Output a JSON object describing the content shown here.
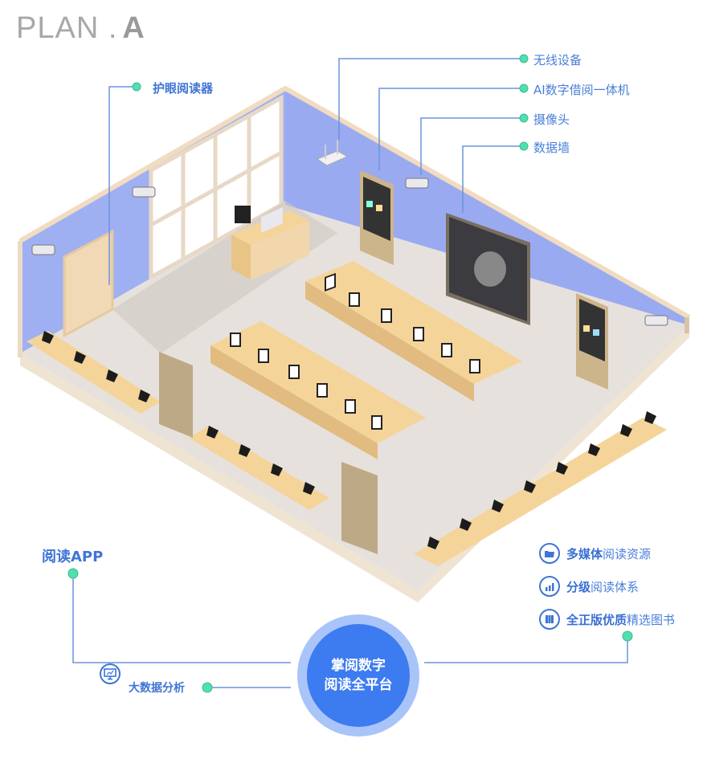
{
  "header": {
    "title_light": "PLAN .",
    "title_bold": "A"
  },
  "callouts": {
    "eye_reader": "护眼阅读器",
    "wireless": "无线设备",
    "ai_kiosk": "AI数字借阅一体机",
    "camera": "摄像头",
    "data_wall": "数据墙"
  },
  "bottom": {
    "reading_app": "阅读APP",
    "big_data": "大数据分析",
    "hub_line1": "掌阅数字",
    "hub_line2": "阅读全平台"
  },
  "features": [
    {
      "icon": "folder-icon",
      "bold": "多媒体",
      "rest": "阅读资源"
    },
    {
      "icon": "bar-chart-icon",
      "bold": "分级",
      "rest": "阅读体系"
    },
    {
      "icon": "books-icon",
      "bold": "全正版优质",
      "rest": "精选图书"
    }
  ],
  "colors": {
    "accent_blue": "#3d7bf0",
    "hub_ring": "#a9c4f8",
    "line_blue": "#6b93dd",
    "dot_teal": "#4fe0b0",
    "wall_blue": "#9aaaf0",
    "floor": "#e6e1dc",
    "desk_wood": "#f5d49a",
    "wall_trim": "#f1dcc1"
  }
}
